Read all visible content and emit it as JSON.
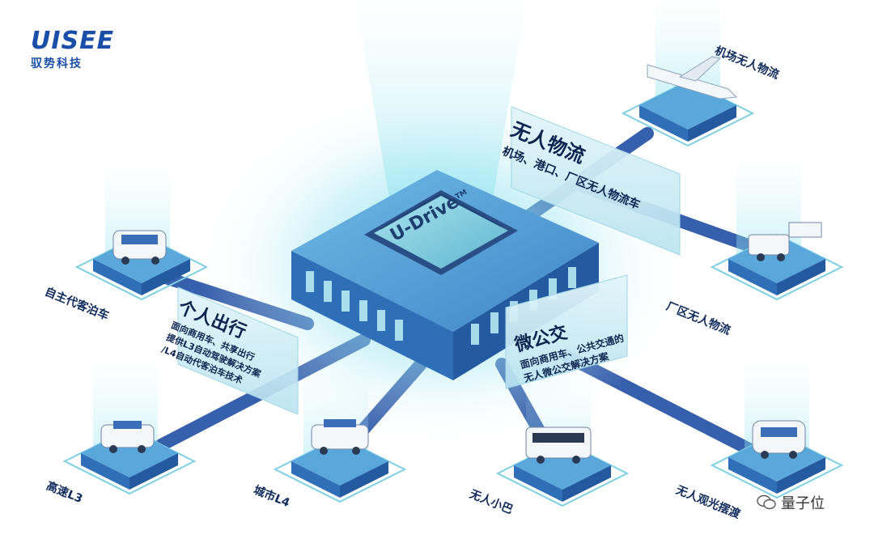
{
  "logo": {
    "brand": "UISEE",
    "subtitle": "驭势科技"
  },
  "chip": {
    "label": "U-Drive",
    "trademark": "TM"
  },
  "panels": {
    "logistics": {
      "title": "无人物流",
      "subtitle": "机场、港口、厂区无人物流车"
    },
    "personal": {
      "title": "个人出行",
      "lines": [
        "面向商用车、共享出行",
        "提供L3自动驾驶解决方案",
        "/L4自动代客泊车技术"
      ]
    },
    "bus": {
      "title": "微公交",
      "lines": [
        "面向商用车、公共交通的",
        "无人微公交解决方案"
      ]
    }
  },
  "nodes": {
    "airport": "机场无人物流",
    "factory": "厂区无人物流",
    "valet": "自主代客泊车",
    "highway": "高速L3",
    "city": "城市L4",
    "minibus": "无人小巴",
    "sightseeing": "无人观光摆渡"
  },
  "watermark": {
    "text": "量子位"
  },
  "colors": {
    "brand": "#1a4ea8",
    "platform": "#4d9fd6",
    "platform_dark": "#2f6fb8",
    "road": "#2c57a8",
    "glow": "#7fe0f0",
    "panel": "#cfeaf3"
  }
}
